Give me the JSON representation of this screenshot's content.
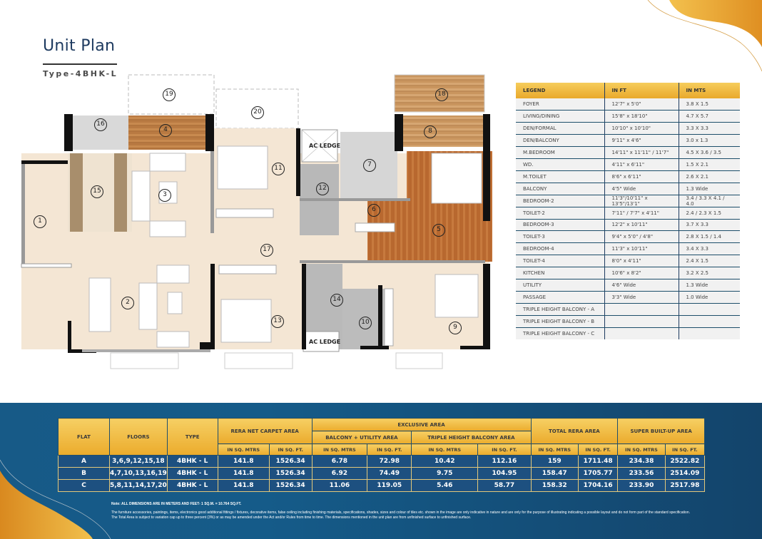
{
  "header": {
    "title": "Unit Plan",
    "subtitle": "Type-4BHK-L"
  },
  "plan": {
    "labels": [
      "1",
      "2",
      "3",
      "4",
      "5",
      "6",
      "7",
      "8",
      "9",
      "10",
      "11",
      "12",
      "13",
      "14",
      "15",
      "16",
      "17",
      "18",
      "19",
      "20"
    ],
    "ac_ledge_label": "AC LEDGE"
  },
  "legend": {
    "headers": [
      "LEGEND",
      "IN FT",
      "IN MTS"
    ],
    "rows": [
      {
        "name": "FOYER",
        "ft": "12'7\" x 5'0\"",
        "mts": "3.8 X 1.5"
      },
      {
        "name": "LIVING/DINING",
        "ft": "15'8\" x 18'10\"",
        "mts": "4.7 X 5.7"
      },
      {
        "name": "DEN/FORMAL",
        "ft": "10'10\" x 10'10\"",
        "mts": "3.3 X 3.3"
      },
      {
        "name": "DEN/BALCONY",
        "ft": "9'11\" x 4'6\"",
        "mts": "3.0 x 1.3"
      },
      {
        "name": "M.BEDROOM",
        "ft": "14'11\" x 11'11\" / 11'7\"",
        "mts": "4.5 X 3.6 / 3.5"
      },
      {
        "name": "WD.",
        "ft": "4'11\" x 6'11\"",
        "mts": "1.5 X 2.1"
      },
      {
        "name": "M.TOILET",
        "ft": "8'6\" x 6'11\"",
        "mts": "2.6 X 2.1"
      },
      {
        "name": "BALCONY",
        "ft": "4'5\" Wide",
        "mts": "1.3 Wide"
      },
      {
        "name": "BEDROOM-2",
        "ft": "11'3\"/10'11\" x 13'5\"/13'1\"",
        "mts": "3.4 / 3.3 X 4.1 / 4.0"
      },
      {
        "name": "TOILET-2",
        "ft": "7'11\" / 7'7\" x 4'11\"",
        "mts": "2.4 / 2.3 X 1.5"
      },
      {
        "name": "BEDROOM-3",
        "ft": "12'2\" x 10'11\"",
        "mts": "3.7 X 3.3"
      },
      {
        "name": "TOILET-3",
        "ft": "9'4\" x 5'0\" / 4'8\"",
        "mts": "2.8 X 1.5 / 1.4"
      },
      {
        "name": "BEDROOM-4",
        "ft": "11'3\" x 10'11\"",
        "mts": "3.4 X 3.3"
      },
      {
        "name": "TOILET-4",
        "ft": "8'0\" x 4'11\"",
        "mts": "2.4 X 1.5"
      },
      {
        "name": "KITCHEN",
        "ft": "10'6\" x 8'2\"",
        "mts": "3.2 X 2.5"
      },
      {
        "name": "UTILITY",
        "ft": "4'6\" Wide",
        "mts": "1.3 Wide"
      },
      {
        "name": "PASSAGE",
        "ft": "3'3\" Wide",
        "mts": "1.0 Wide"
      },
      {
        "name": "TRIPLE HEIGHT BALCONY - A",
        "ft": "",
        "mts": ""
      },
      {
        "name": "TRIPLE HEIGHT BALCONY - B",
        "ft": "",
        "mts": ""
      },
      {
        "name": "TRIPLE HEIGHT BALCONY - C",
        "ft": "",
        "mts": ""
      }
    ]
  },
  "area_table": {
    "headers": {
      "flat": "FLAT",
      "floors": "FLOORS",
      "type": "TYPE",
      "rera_net_carpet": "RERA NET CARPET AREA",
      "exclusive": "EXCLUSIVE AREA",
      "balcony_utility": "BALCONY + UTILITY AREA",
      "triple_height": "TRIPLE HEIGHT BALCONY AREA",
      "total_rera": "TOTAL RERA AREA",
      "super_builtup": "SUPER BUILT-UP AREA",
      "sq_mtrs": "IN SQ. MTRS",
      "sq_ft": "IN SQ. FT."
    },
    "rows": [
      {
        "flat": "A",
        "floors": "3,6,9,12,15,18",
        "type": "4BHK - L",
        "carpet_m": "141.8",
        "carpet_ft": "1526.34",
        "bu_m": "6.78",
        "bu_ft": "72.98",
        "th_m": "10.42",
        "th_ft": "112.16",
        "rera_m": "159",
        "rera_ft": "1711.48",
        "sb_m": "234.38",
        "sb_ft": "2522.82"
      },
      {
        "flat": "B",
        "floors": "4,7,10,13,16,19",
        "type": "4BHK - L",
        "carpet_m": "141.8",
        "carpet_ft": "1526.34",
        "bu_m": "6.92",
        "bu_ft": "74.49",
        "th_m": "9.75",
        "th_ft": "104.95",
        "rera_m": "158.47",
        "rera_ft": "1705.77",
        "sb_m": "233.56",
        "sb_ft": "2514.09"
      },
      {
        "flat": "C",
        "floors": "5,8,11,14,17,20",
        "type": "4BHK - L",
        "carpet_m": "141.8",
        "carpet_ft": "1526.34",
        "bu_m": "11.06",
        "bu_ft": "119.05",
        "th_m": "5.46",
        "th_ft": "58.77",
        "rera_m": "158.32",
        "rera_ft": "1704.16",
        "sb_m": "233.90",
        "sb_ft": "2517.98"
      }
    ]
  },
  "notes": {
    "line1": "Note: ALL DIMENSIONS ARE IN METERS AND FEET- 1 SQ.M. = 10.764 SQ.FT.",
    "line2": "The furniture accessories, paintings, items, electronics good additional fittings / fixtures, decorative items, false ceiling including finishing materials, specifications, shades, sizes and colour of tiles etc. shown in the image are only indicative in nature and are only for the purpose of illustrating indicating a possible layout and do not form part of the standard specification.",
    "line3": "The Total Area is subject to variation cap up to three percent (3%) or as may be amended under the Act and/or Rules from time to time. The dimensions mentioned in the unit plan are from unfinished surface to unfinished surface."
  },
  "colors": {
    "navy": "#1d3a5f",
    "gold": "#ebab2c",
    "banner_blue": "#175a87",
    "row_blue": "#1d5080",
    "wood": "#b8743a",
    "marble": "#f4e6d4",
    "tile_grey": "#c9c9c9"
  }
}
